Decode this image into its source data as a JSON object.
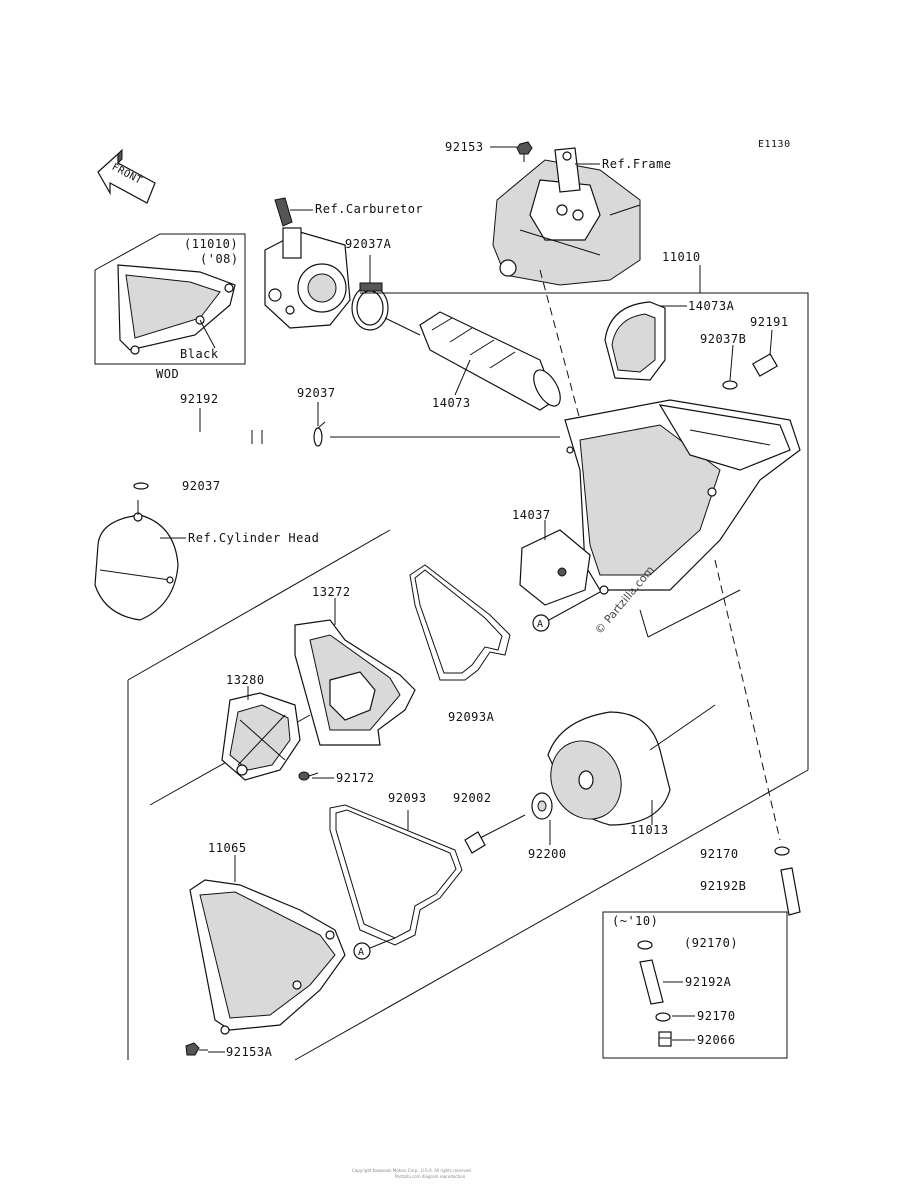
{
  "diagram_code": "E1130",
  "front_label": "FRONT",
  "refs": {
    "frame": "Ref.Frame",
    "carburetor": "Ref.Carburetor",
    "cylinder_head": "Ref.Cylinder Head"
  },
  "inset_wod": {
    "part_number": "(11010)",
    "year": "('08)",
    "color": "Black",
    "model": "WOD"
  },
  "inset_10": {
    "title": "(~'10)",
    "items": [
      "(92170)",
      "92192A",
      "92170",
      "92066"
    ]
  },
  "parts": {
    "p92153": "92153",
    "p92037A": "92037A",
    "p11010": "11010",
    "p14073A": "14073A",
    "p92191": "92191",
    "p92037B": "92037B",
    "p14073": "14073",
    "p92192": "92192",
    "p92037_top": "92037",
    "p92037_bottom": "92037",
    "p14037": "14037",
    "p13272": "13272",
    "p13280": "13280",
    "p92093A": "92093A",
    "p92172": "92172",
    "p92093": "92093",
    "p92002": "92002",
    "p11013": "11013",
    "p92200": "92200",
    "p92170": "92170",
    "p92192B": "92192B",
    "p11065": "11065",
    "p92153A": "92153A"
  },
  "markers": {
    "a1": "A",
    "a2": "A"
  },
  "watermark": "© Partzilla.com",
  "footer_line1": "Copyright Kawasaki Motors Corp., U.S.A. All rights reserved.",
  "footer_line2": "Partzilla.com diagram reproduction"
}
